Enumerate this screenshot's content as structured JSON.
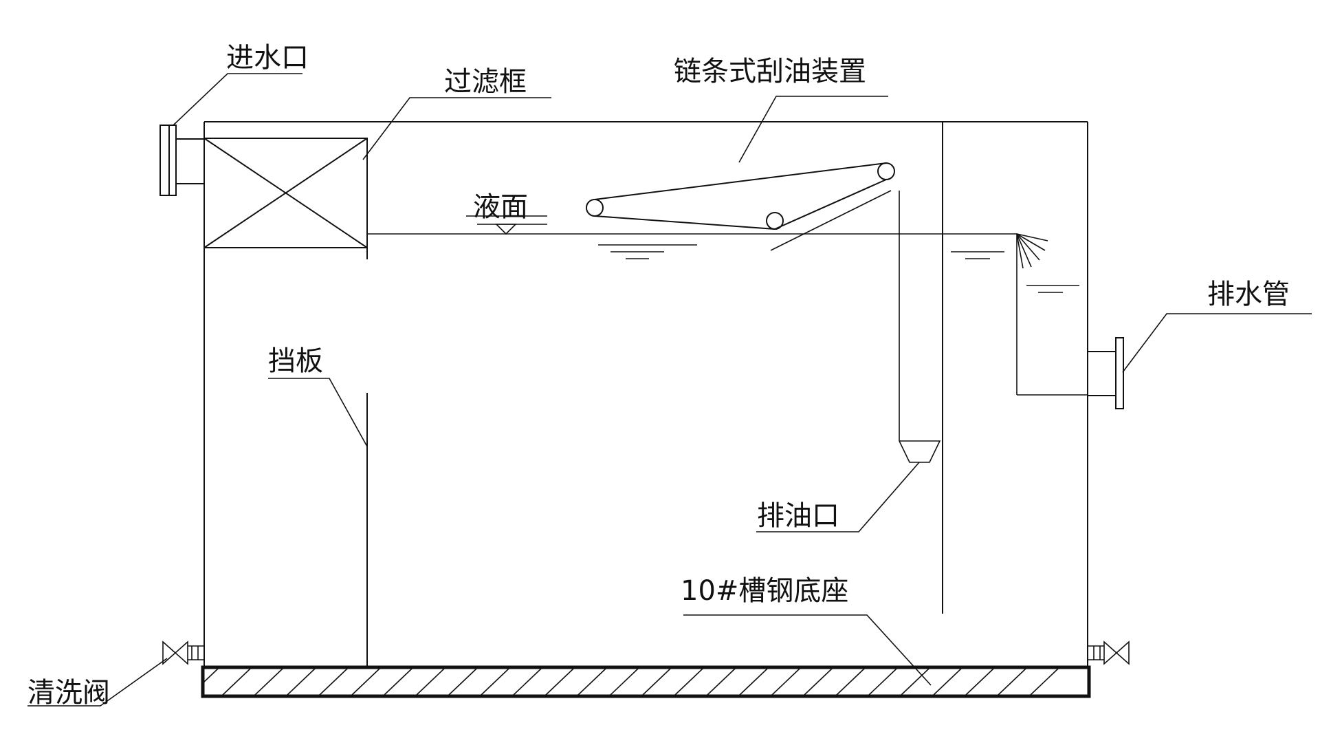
{
  "labels": {
    "inlet": "进水口",
    "filter_frame": "过滤框",
    "chain_skimmer": "链条式刮油装置",
    "liquid_level": "液面",
    "baffle": "挡板",
    "drain_pipe": "排水管",
    "oil_outlet": "排油口",
    "base": "10#槽钢底座",
    "wash_valve": "清洗阀"
  }
}
